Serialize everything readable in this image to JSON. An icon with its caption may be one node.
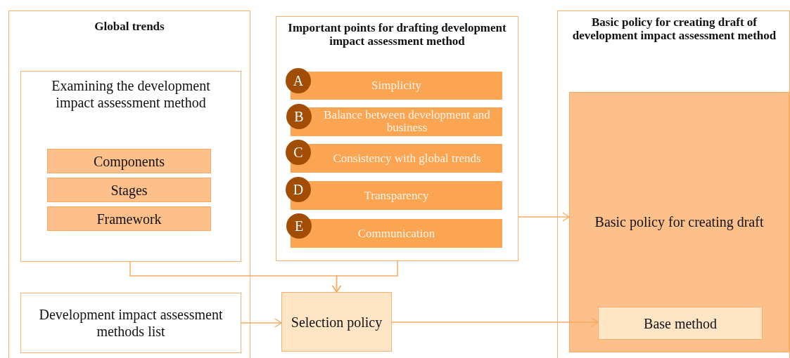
{
  "diagram": {
    "nodes": [
      {
        "text": [
          "Global trends"
        ]
      },
      {
        "text": [
          "Examining the development impact assessment method"
        ],
        "in": 0
      },
      {
        "text": [
          "Components"
        ],
        "in": 1
      },
      {
        "text": [
          "Stages"
        ],
        "in": 1
      },
      {
        "text": [
          "Framework"
        ],
        "in": 1
      },
      {
        "text": [
          "Development impact assessment methods list"
        ],
        "in": 0
      },
      {
        "text": [
          "Important points for drafting development impact assessment method"
        ]
      },
      {
        "text": [
          "A"
        ],
        "in": 6
      },
      {
        "text": [
          "Simplicity"
        ],
        "in": 6
      },
      {
        "text": [
          "B"
        ],
        "in": 6
      },
      {
        "text": [
          "Balance between development and business"
        ],
        "in": 6
      },
      {
        "text": [
          "C"
        ],
        "in": 6
      },
      {
        "text": [
          "Consistency with global trends"
        ],
        "in": 6
      },
      {
        "text": [
          "D"
        ],
        "in": 6
      },
      {
        "text": [
          "Transparency"
        ],
        "in": 6
      },
      {
        "text": [
          "E"
        ],
        "in": 6
      },
      {
        "text": [
          "Communication"
        ],
        "in": 6
      },
      {
        "text": [
          "Selection policy"
        ]
      },
      {
        "text": [
          "Basic policy for creating draft of development impact assessment method"
        ]
      },
      {
        "text": [
          "Basic policy for creating draft"
        ],
        "in": 18
      },
      {
        "text": [
          "Base method"
        ],
        "in": 19
      }
    ],
    "edges": [
      {
        "from": 1,
        "to": 17,
        "arrow": "to"
      },
      {
        "from": 6,
        "to": 17,
        "arrow": "to"
      },
      {
        "from": 5,
        "to": 17,
        "arrow": "to"
      },
      {
        "from": 6,
        "to": 19,
        "arrow": "to"
      },
      {
        "from": 17,
        "to": 20,
        "arrow": "to"
      }
    ]
  }
}
